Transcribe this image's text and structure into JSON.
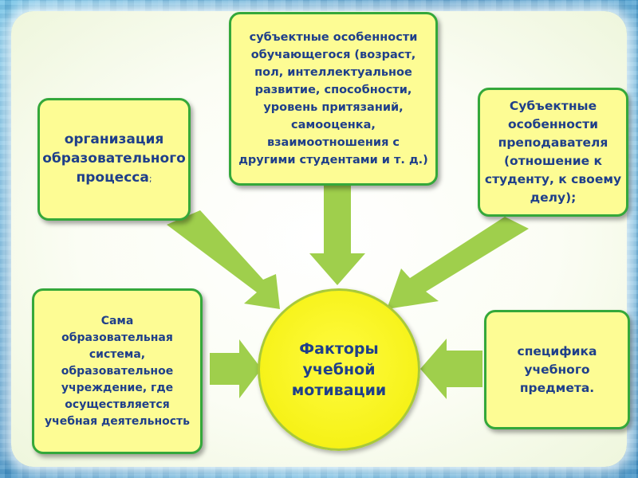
{
  "center": {
    "lines": [
      "Факторы",
      "учебной",
      "мотивации"
    ]
  },
  "boxes": {
    "top": {
      "lines": [
        "субъектные особенности",
        "обучающегося (возраст,",
        "пол, интеллектуальное",
        "развитие, способности,",
        "уровень притязаний,",
        "самооценка,",
        "взаимоотношения с",
        "другими студентами и т. д.)"
      ]
    },
    "left_top": {
      "lines": [
        "организация",
        "образовательного"
      ],
      "last_line": "процесса",
      "last_suffix": ";"
    },
    "right_top": {
      "lines": [
        "Субъектные",
        "особенности",
        "преподавателя",
        "(отношение к",
        "студенту, к своему",
        "делу);"
      ]
    },
    "left_bottom": {
      "lines": [
        "Сама",
        "образовательная",
        "система,",
        "образовательное",
        "учреждение, где",
        "осуществляется",
        "учебная деятельность"
      ]
    },
    "right_bottom": {
      "lines": [
        "специфика",
        "учебного",
        "предмета."
      ]
    }
  },
  "colors": {
    "box_fill": "#fdfc94",
    "box_border": "#34a83a",
    "text": "#1f3f8a",
    "circle_fill": "#f6f218",
    "arrow": "#9fcf4c"
  }
}
